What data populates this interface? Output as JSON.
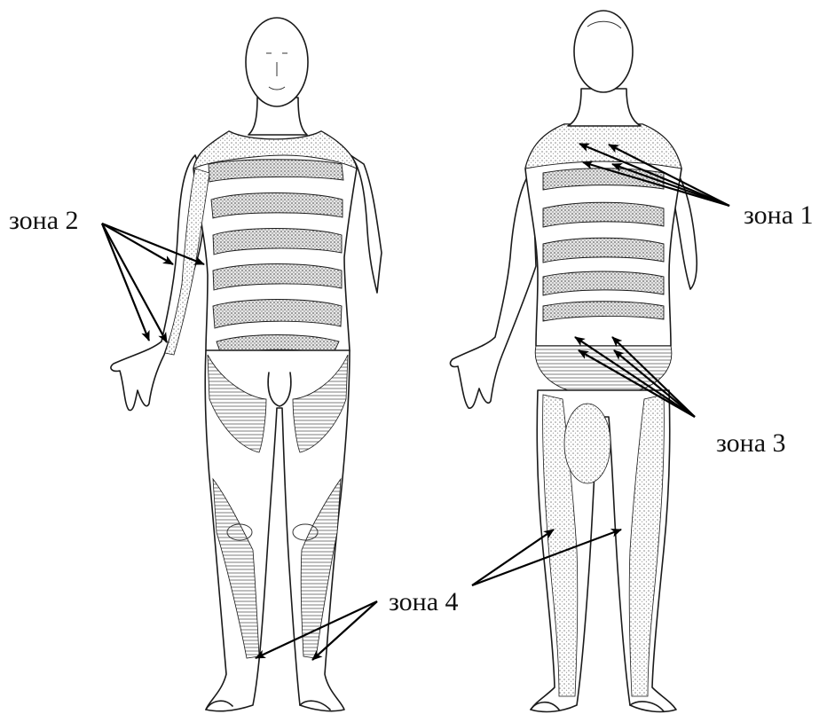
{
  "labels": {
    "zone1": "зона 1",
    "zone2": "зона 2",
    "zone3": "зона 3",
    "zone4": "зона 4"
  },
  "colors": {
    "stipple": "#bdbdbd",
    "hatch": "#8a8a8a",
    "outline": "#1a1a1a",
    "arrow": "#000000"
  }
}
